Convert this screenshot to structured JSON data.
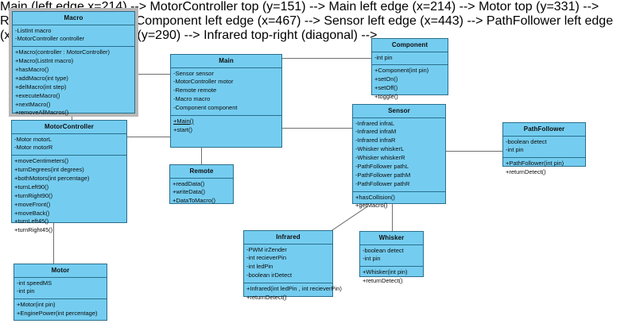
{
  "diagram": {
    "type": "uml-class-diagram",
    "background": "#ffffff",
    "class_fill": "#74cdf0",
    "class_border": "#2b6e8c",
    "line_color": "#6e6e6e",
    "selection_color": "#b8b8b8"
  },
  "classes": {
    "macro": {
      "name": "Macro",
      "attributes": [
        "-ListInt macro",
        "-MotorController controller"
      ],
      "methods": [
        "+Macro(controller : MotorController)",
        "+Macro(ListInt macro)",
        "+hasMacro()",
        "+addMacro(int type)",
        "+delMacro(int step)",
        "+executeMacro()",
        "+nextMacro()",
        "+removeAllMacros()"
      ],
      "selected": true
    },
    "motorcontroller": {
      "name": "MotorController",
      "attributes": [
        "-Motor motorL",
        "-Motor motorR"
      ],
      "methods": [
        "+moveCentimeters()",
        "+turnDegrees(int degrees)",
        "+bothMotors(int percentage)",
        "+turnLeft90()",
        "+turnRight90()",
        "+moveFront()",
        "+moveBack()",
        "+turnLeft45()",
        "+turnRight45()"
      ]
    },
    "motor": {
      "name": "Motor",
      "attributes": [
        "-int speedMS",
        "-int pin"
      ],
      "methods": [
        "+Motor(int pin)",
        "+EnginePower(int percentage)"
      ]
    },
    "main": {
      "name": "Main",
      "attributes": [
        "-Sensor sensor",
        "-MotorController motor",
        "-Remote remote",
        "-Macro macro",
        "-Component component"
      ],
      "methods": [
        "+Main()",
        "+start()"
      ],
      "static_methods": [
        "+Main()"
      ]
    },
    "remote": {
      "name": "Remote",
      "attributes": [],
      "methods": [
        "+readData()",
        "+writeData()",
        "+DataToMacro()"
      ]
    },
    "component": {
      "name": "Component",
      "attributes": [
        "-int pin"
      ],
      "methods": [
        "+Component(int pin)",
        "+setOn()",
        "+setOff()",
        "+toggle()"
      ]
    },
    "sensor": {
      "name": "Sensor",
      "attributes": [
        "-Infrared infraL",
        "-Infrared infraM",
        "-Infrared infraR",
        "-Whisker whiskerL",
        "-Whisker whiskerR",
        "-PathFollower pathL",
        "-PathFollower pathM",
        "-PathFollower pathR"
      ],
      "methods": [
        "+hasCollision()",
        "+getMacro()"
      ]
    },
    "pathfollower": {
      "name": "PathFollower",
      "attributes": [
        "-boolean detect",
        "-int pin"
      ],
      "methods": [
        "+PathFollower(int pin)",
        "+returnDetect()"
      ]
    },
    "infrared": {
      "name": "Infrared",
      "attributes": [
        "-PWM irZender",
        "-int recieverPin",
        "-int ledPin",
        "-boolean irDetect"
      ],
      "methods": [
        "+Infrared(int ledPin , int recieverPin)",
        "+returnDetect()"
      ]
    },
    "whisker": {
      "name": "Whisker",
      "attributes": [
        "-boolean detect",
        "-int pin"
      ],
      "methods": [
        "+Whisker(int pin)",
        "+returnDetect()"
      ]
    }
  }
}
